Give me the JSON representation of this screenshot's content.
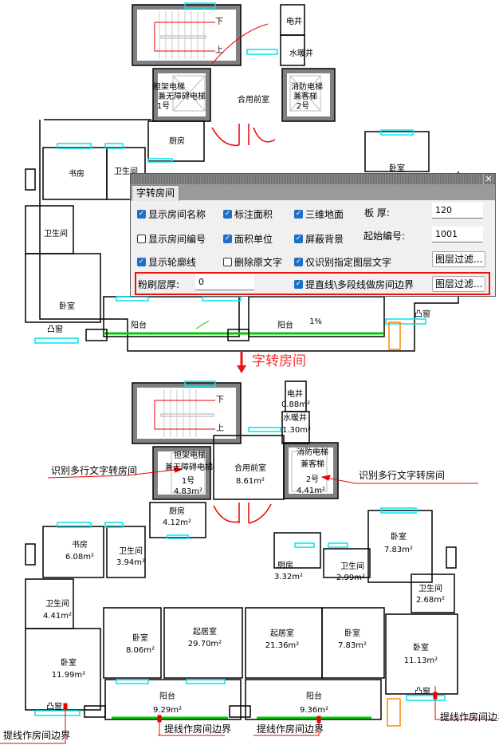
{
  "dialog": {
    "title": "字转房间",
    "close_icon": "close-icon",
    "checkboxes": [
      {
        "label": "显示房间名称",
        "checked": true
      },
      {
        "label": "标注面积",
        "checked": true
      },
      {
        "label": "三维地面",
        "checked": true
      },
      {
        "label": "显示房间编号",
        "checked": false
      },
      {
        "label": "面积单位",
        "checked": true
      },
      {
        "label": "屏蔽背景",
        "checked": true
      },
      {
        "label": "显示轮廓线",
        "checked": true
      },
      {
        "label": "删除原文字",
        "checked": false
      },
      {
        "label": "仅识别指定图层文字",
        "checked": true
      },
      {
        "label": "提直线\\多段线做房间边界",
        "checked": true
      }
    ],
    "slab_label": "板    厚:",
    "slab_value": "120",
    "start_no_label": "起始编号:",
    "start_no_value": "1001",
    "layer_filter_label": "图层过滤...",
    "plaster_label": "粉刷层厚:",
    "plaster_value": "0"
  },
  "arrow_caption": "字转房间",
  "top_plan": {
    "labels": [
      "下",
      "上",
      "电井",
      "水暖井",
      "担架电梯",
      "兼无障碍电梯",
      "1号",
      "合用前室",
      "消防电梯",
      "兼客梯",
      "2号",
      "厨房",
      "书房",
      "卫生间",
      "卫生间",
      "卧室",
      "卧室",
      "阳台",
      "阳台",
      "凸窗",
      "凸窗",
      "1%"
    ]
  },
  "bottom_plan": {
    "rooms": [
      {
        "name": "电井",
        "area": "0.88m²"
      },
      {
        "name": "水暖井",
        "area": "1.30m²"
      },
      {
        "name": "担架电梯",
        "name2": "兼无障碍电梯",
        "name3": "1号",
        "area": "4.83m²"
      },
      {
        "name": "合用前室",
        "area": "8.61m²"
      },
      {
        "name": "消防电梯",
        "name2": "兼客梯",
        "name3": "2号",
        "area": "4.41m²"
      },
      {
        "name": "厨房",
        "area": "4.12m²"
      },
      {
        "name": "书房",
        "area": "6.08m²"
      },
      {
        "name": "卫生间",
        "area": "3.94m²"
      },
      {
        "name": "卫生间",
        "area": "4.41m²"
      },
      {
        "name": "卧室",
        "area": "11.99m²"
      },
      {
        "name": "卧室",
        "area": "8.06m²"
      },
      {
        "name": "起居室",
        "area": "29.70m²"
      },
      {
        "name": "阳台",
        "area": "9.29m²"
      },
      {
        "name": "厨房",
        "area": "3.32m²"
      },
      {
        "name": "卫生间",
        "area": "2.99m²"
      },
      {
        "name": "卧室",
        "area": "7.83m²"
      },
      {
        "name": "卫生间",
        "area": "2.68m²"
      },
      {
        "name": "起居室",
        "area": "21.36m²"
      },
      {
        "name": "卧室",
        "area": "7.83m²"
      },
      {
        "name": "卧室",
        "area": "11.13m²"
      },
      {
        "name": "阳台",
        "area": "9.36m²"
      }
    ],
    "bay_window": "凸窗",
    "annotations": {
      "multi_line_left": "识别多行文字转房间",
      "multi_line_right": "识别多行文字转房间",
      "boundary": "提线作房间边界"
    }
  }
}
